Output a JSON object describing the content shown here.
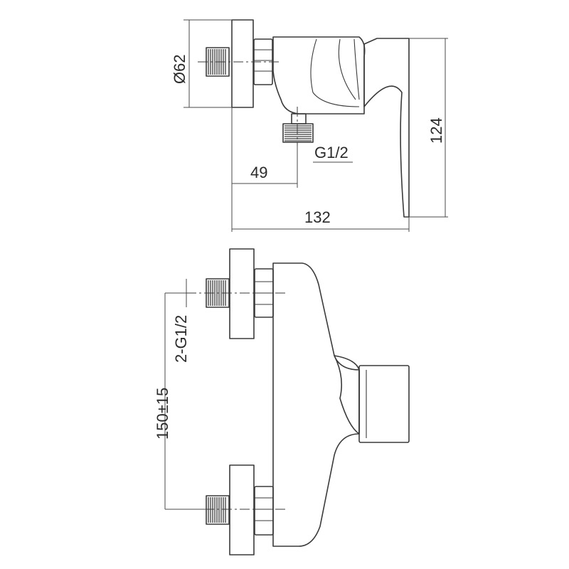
{
  "dimensions": {
    "diameter_label": "Ø62",
    "height_label": "124",
    "inlet_thread_label": "G1/2",
    "offset_label": "49",
    "depth_label": "132",
    "twin_thread_label": "2-G1/2",
    "spacing_label": "150±15"
  }
}
